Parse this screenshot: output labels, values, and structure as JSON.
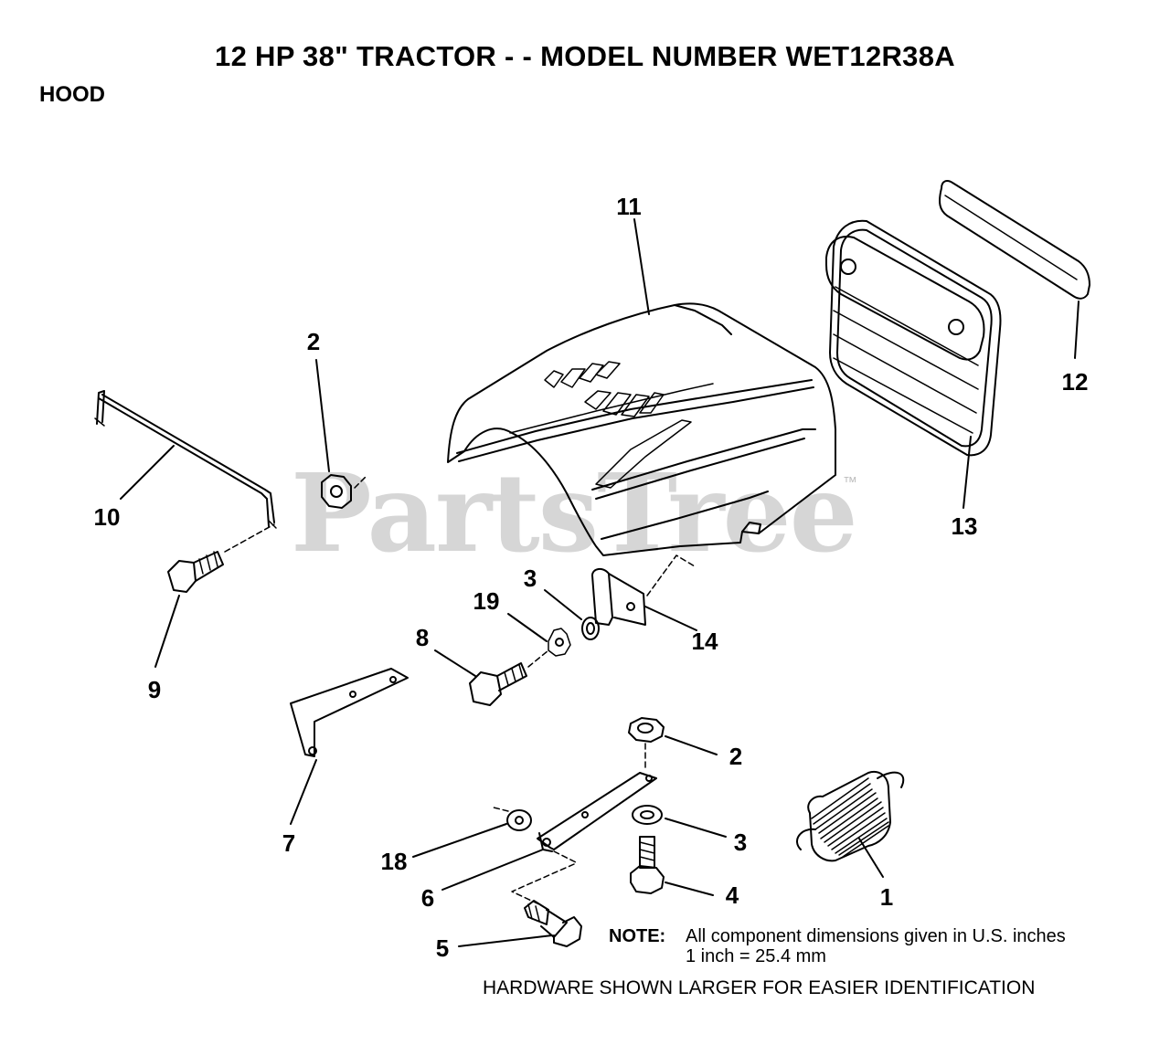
{
  "header": {
    "title": "12 HP 38\" TRACTOR - - MODEL NUMBER WET12R38A",
    "section": "HOOD"
  },
  "watermark": {
    "text": "PartsTree",
    "trademark": "™"
  },
  "callouts": [
    {
      "id": "11",
      "label": "11"
    },
    {
      "id": "12",
      "label": "12"
    },
    {
      "id": "13",
      "label": "13"
    },
    {
      "id": "2a",
      "label": "2"
    },
    {
      "id": "10",
      "label": "10"
    },
    {
      "id": "9",
      "label": "9"
    },
    {
      "id": "3a",
      "label": "3"
    },
    {
      "id": "19",
      "label": "19"
    },
    {
      "id": "14",
      "label": "14"
    },
    {
      "id": "8",
      "label": "8"
    },
    {
      "id": "7",
      "label": "7"
    },
    {
      "id": "2b",
      "label": "2"
    },
    {
      "id": "3b",
      "label": "3"
    },
    {
      "id": "4",
      "label": "4"
    },
    {
      "id": "1",
      "label": "1"
    },
    {
      "id": "18",
      "label": "18"
    },
    {
      "id": "6",
      "label": "6"
    },
    {
      "id": "5",
      "label": "5"
    }
  ],
  "note": {
    "label": "NOTE:",
    "line1": "All component dimensions given in U.S. inches",
    "line2": "1 inch = 25.4 mm"
  },
  "footer": {
    "hardware": "HARDWARE SHOWN LARGER FOR EASIER IDENTIFICATION"
  },
  "colors": {
    "ink": "#000000",
    "watermark": "#cfcfcf",
    "background": "#ffffff"
  }
}
